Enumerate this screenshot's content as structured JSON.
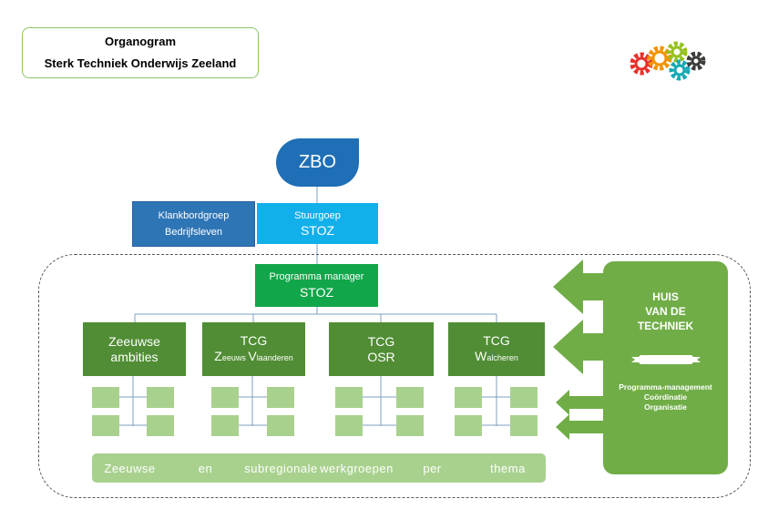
{
  "header": {
    "title_line1": "Organogram",
    "title_line2": "Sterk Techniek Onderwijs Zeeland"
  },
  "logo": {
    "icon": "gears-icon",
    "colors": [
      "#e6302a",
      "#f39200",
      "#95c11f",
      "#17a9b4",
      "#3c3c3b"
    ]
  },
  "top": {
    "zbo": "ZBO",
    "klankbord_line1": "Klankbordgroep",
    "klankbord_line2": "Bedrijfsleven",
    "stuurgroep_small": "Stuurgoep",
    "stuurgroep_big": "STOZ",
    "programma_small": "Programma manager",
    "programma_big": "STOZ"
  },
  "teams": [
    {
      "line1": "Zeeuwse",
      "line2": "ambities"
    },
    {
      "line1": "TCG",
      "line2a_big": "Z",
      "line2a_small": "eeuws ",
      "line2b_big": "V",
      "line2b_small": "laanderen"
    },
    {
      "line1": "TCG",
      "line2": "OSR"
    },
    {
      "line1": "TCG",
      "line2_big": "W",
      "line2_small": "alcheren"
    }
  ],
  "footer_bar": {
    "words": [
      "Zeeuwse",
      "en",
      "subregionale",
      "werkgroepen",
      "per",
      "thema"
    ]
  },
  "huis": {
    "line1": "HUIS",
    "line2": "VAN DE",
    "line3": "TECHNIEK",
    "sub1": "Programma-management",
    "sub2": "Coördinatie",
    "sub3": "Organisatie"
  },
  "colors": {
    "zbo": "#1f6fb6",
    "stuurgroep": "#12b0ea",
    "programma": "#12a64a",
    "team": "#508d34",
    "light_green": "#a9d18e",
    "huis": "#70ad47"
  }
}
